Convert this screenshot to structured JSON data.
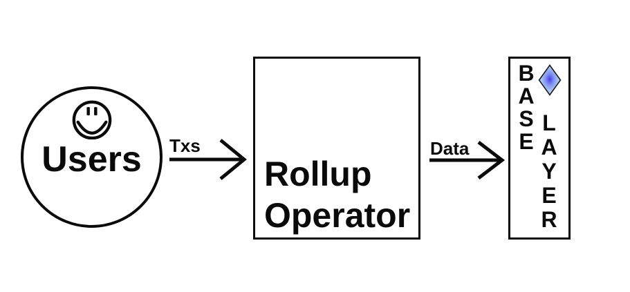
{
  "diagram": {
    "background_color": "#ffffff",
    "line_color": "#0a0a0a",
    "users_node": {
      "label": "Users",
      "icon": "smiley-face-icon"
    },
    "txs_arrow": {
      "label": "Txs",
      "direction": "right"
    },
    "rollup_node": {
      "label_line1": "Rollup",
      "label_line2": "Operator"
    },
    "data_arrow": {
      "label": "Data",
      "direction": "right"
    },
    "base_layer_node": {
      "left_word": {
        "text": "BASE",
        "letters": [
          "B",
          "A",
          "S",
          "E"
        ]
      },
      "right_word": {
        "text": "LAYER",
        "letters": [
          "L",
          "A",
          "Y",
          "E",
          "R"
        ]
      },
      "diamond": {
        "icon": "diamond-icon",
        "center_color": "#4b3be8",
        "inner_mid_color": "#7e8df2",
        "outer_mid_color": "#a9c6f3",
        "edge_color": "#bdd7f8",
        "outline_color": "#1a1a1a"
      }
    }
  }
}
